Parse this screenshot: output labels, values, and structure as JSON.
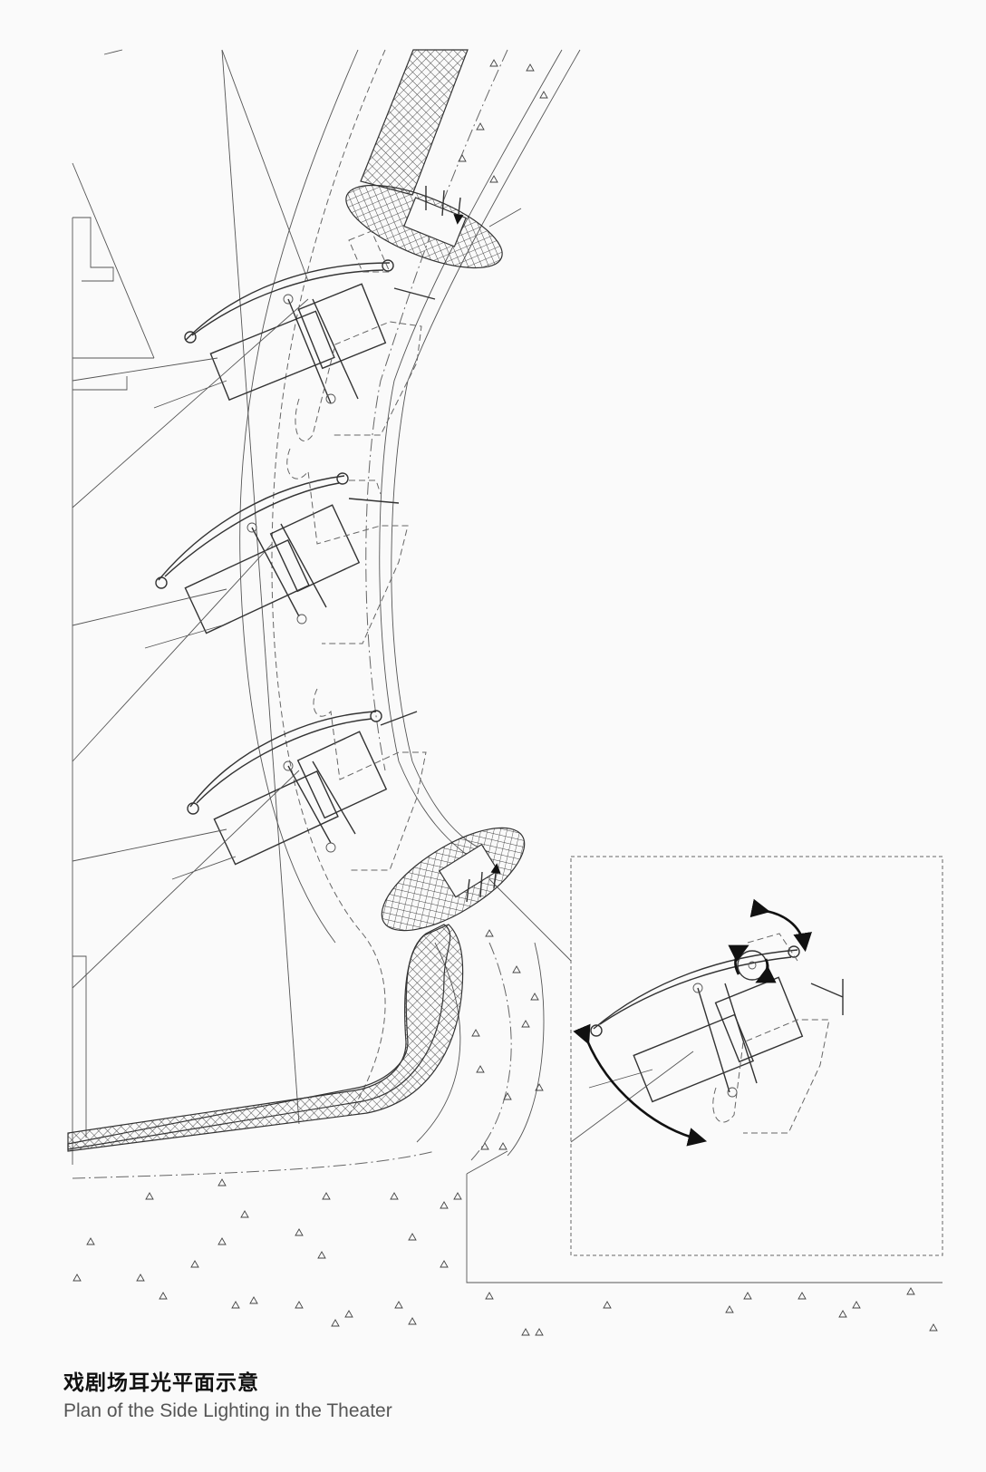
{
  "caption": {
    "title_cn": "戏剧场耳光平面示意",
    "title_en": "Plan of the Side Lighting in the Theater"
  },
  "diagram": {
    "fixture_groups": 3,
    "detail_inset": "enlarged fixture detail with rotation arrows",
    "colors": {
      "line": "#333333",
      "background": "#fafafa",
      "hatch": "#444444"
    }
  }
}
